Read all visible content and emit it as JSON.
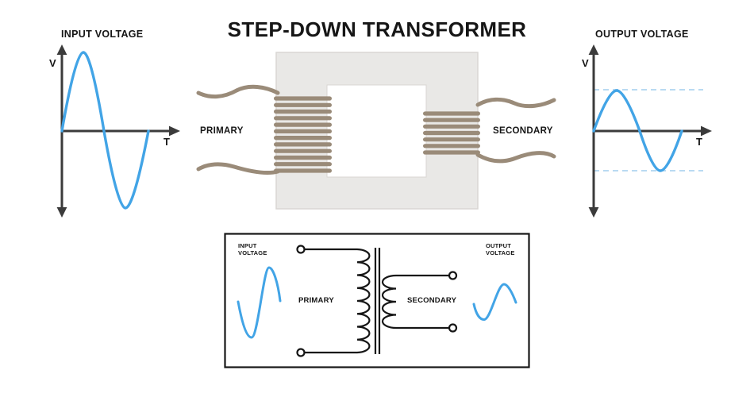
{
  "title": "STEP-DOWN TRANSFORMER",
  "input_graph": {
    "title": "INPUT VOLTAGE",
    "y_label": "V",
    "x_label": "T"
  },
  "output_graph": {
    "title": "OUTPUT VOLTAGE",
    "y_label": "V",
    "x_label": "T"
  },
  "core_diagram": {
    "primary_label": "PRIMARY",
    "secondary_label": "SECONDARY",
    "primary_turns": 12,
    "secondary_turns": 7
  },
  "schematic": {
    "input_label": "INPUT VOLTAGE",
    "output_label": "OUTPUT VOLTAGE",
    "primary_label": "PRIMARY",
    "secondary_label": "SECONDARY",
    "primary_turns": 8,
    "secondary_turns": 4
  },
  "colors": {
    "wave_blue": "#42A4E6",
    "dash_blue": "#B9DAF2",
    "coil_brown": "#9A8B79",
    "core_fill": "#E9E8E6",
    "core_border": "#D9D6D3",
    "axis_dark": "#3B3B3B",
    "line_black": "#161616"
  },
  "chart_data": [
    {
      "type": "line",
      "title": "INPUT VOLTAGE",
      "xlabel": "T",
      "ylabel": "V",
      "series": [
        {
          "name": "input_voltage",
          "x": [
            0,
            0.25,
            0.5,
            0.75,
            1
          ],
          "y": [
            0,
            1,
            0,
            -1,
            0
          ]
        }
      ],
      "amplitude_rel": 1.0,
      "grid": false,
      "note": "one full sine cycle, large amplitude"
    },
    {
      "type": "line",
      "title": "OUTPUT VOLTAGE",
      "xlabel": "T",
      "ylabel": "V",
      "series": [
        {
          "name": "output_voltage",
          "x": [
            0,
            0.25,
            0.5,
            0.75,
            1
          ],
          "y": [
            0,
            0.52,
            0,
            -0.52,
            0
          ]
        }
      ],
      "amplitude_rel": 0.52,
      "grid": false,
      "note": "one full sine cycle, reduced amplitude, dashed reference lines at peaks"
    }
  ]
}
